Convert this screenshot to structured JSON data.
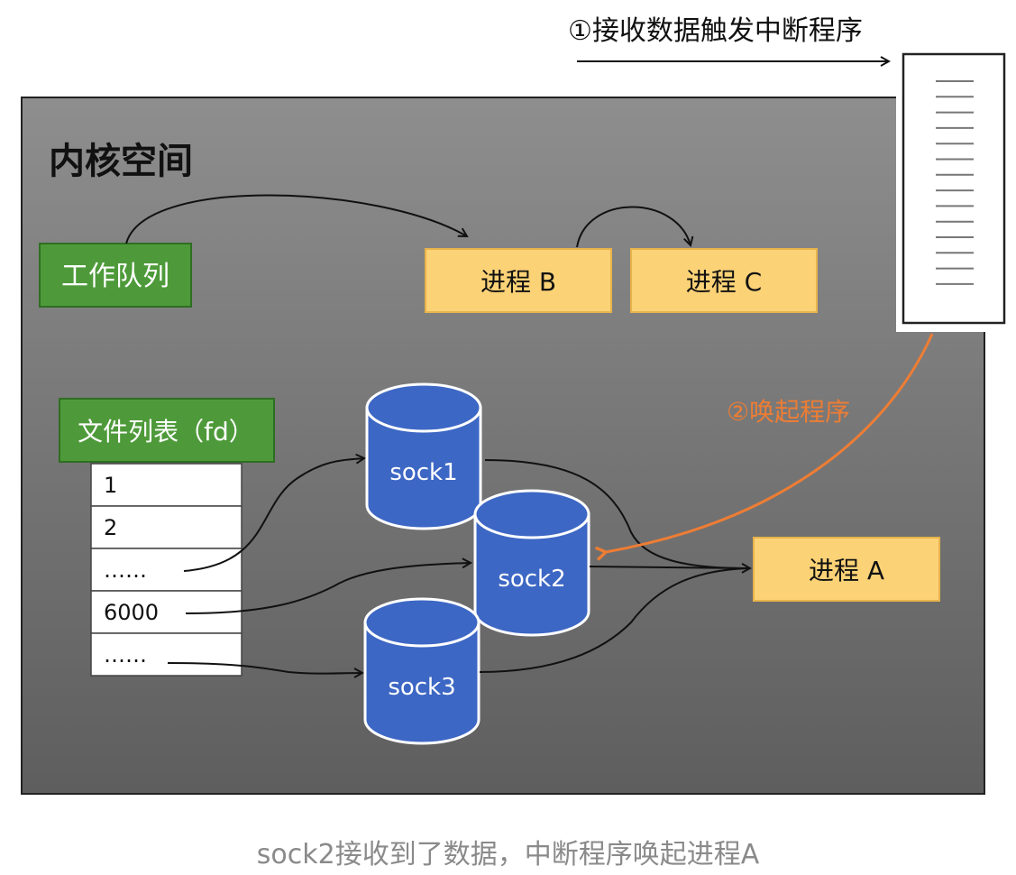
{
  "kernel": {
    "title": "内核空间"
  },
  "interrupt_label": "①接收数据触发中断程序",
  "wake_label": "②唤起程序",
  "work_queue": {
    "label": "工作队列"
  },
  "processes": {
    "a": "进程 A",
    "b": "进程 B",
    "c": "进程 C"
  },
  "fd_list": {
    "title": "文件列表（fd）",
    "rows": [
      "1",
      "2",
      "……",
      "6000",
      "……"
    ]
  },
  "sockets": [
    "sock1",
    "sock2",
    "sock3"
  ],
  "caption": "sock2接收到了数据，中断程序唤起进程A",
  "colors": {
    "kernel_bg_top": "#8c8c8c",
    "kernel_bg_bottom": "#5f5f5f",
    "green_box": "#4e9a3a",
    "orange_box": "#fcd277",
    "socket_blue": "#3d67c4",
    "wake_arrow": "#ee7d34"
  }
}
